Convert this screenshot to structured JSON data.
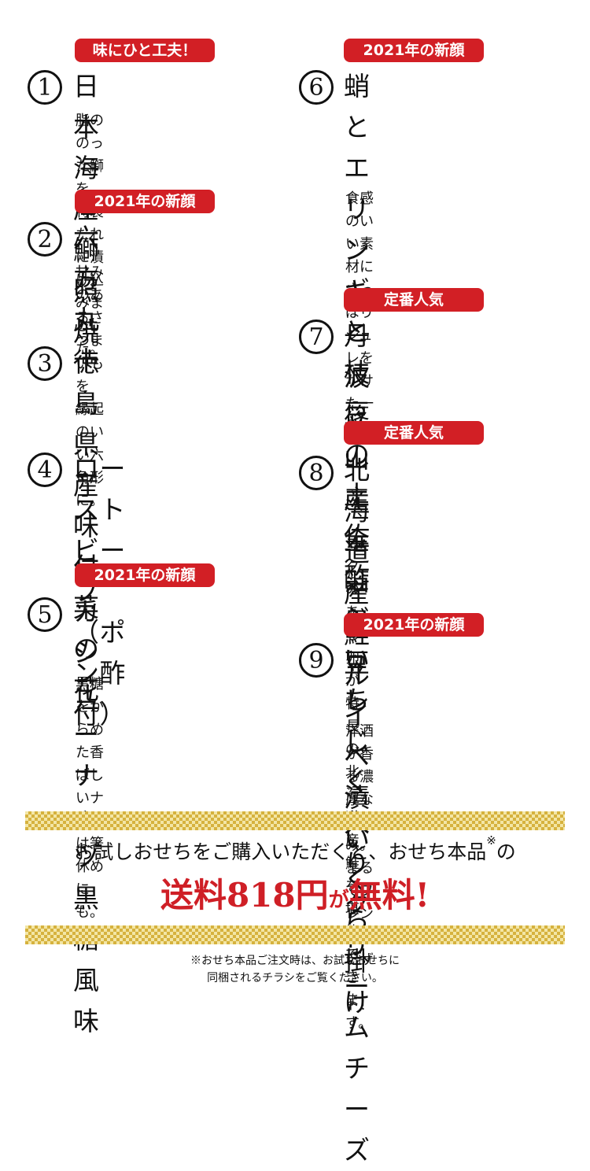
{
  "items": [
    {
      "badge": "味にひと工夫！",
      "number": "1",
      "title": "日本海産鰤照焼",
      "desc": "脂ののった鰤を、特製たれ\nに漬け込みました。"
    },
    {
      "badge": "2021年の新顔",
      "number": "2",
      "title": "六方丸十",
      "desc": "甘みのあるさつまいもを\n縁起のいい六角形に。"
    },
    {
      "number": "3",
      "title": "徳島県産\n味付菜の花"
    },
    {
      "number": "4",
      "title": "ローストビーフ\n（ポン酢付）"
    },
    {
      "badge": "2021年の新顔",
      "number": "5",
      "title": "カシューナッツ\n黒糖風味",
      "desc": "黒糖をからめた香ばし\nいナッツは箸休めにも。"
    },
    {
      "badge": "2021年の新顔",
      "number": "6",
      "title": "蛸とエリンギと\n枝豆の土佐酢\nジュレ",
      "desc": "食感のいい素材に\nさっぱりジュレを\nかけた一品。"
    },
    {
      "badge": "定番人気",
      "number": "7",
      "title": "丹波篠山産\n金箔黒豆"
    },
    {
      "badge": "定番人気",
      "number": "8",
      "title": "北海道産鮭ルイベ\n漬いくら掛け",
      "desc": "コクのある卵が特長の北海\n道産鮭を堪能できます。"
    },
    {
      "badge": "2021年の新顔",
      "number": "9",
      "title": "いちじく入り\nクリームチーズ",
      "desc": "洋酒が香る濃厚な甘み。\nまるでフレンチのデザート！"
    }
  ],
  "promo": {
    "line1_main": "お試しおせちをご購入いただくと、おせち本品",
    "line1_mark": "※",
    "line1_end": "の",
    "line2_a": "送料818円",
    "line2_b": "が",
    "line2_c": "無料!"
  },
  "note": "※おせち本品ご注文時は、お試しおせちに\n同梱されるチラシをご覧ください。",
  "colors": {
    "accent_red": "#d21f25",
    "gold": "#d6b23e",
    "gold_light": "#f3e6a6"
  }
}
